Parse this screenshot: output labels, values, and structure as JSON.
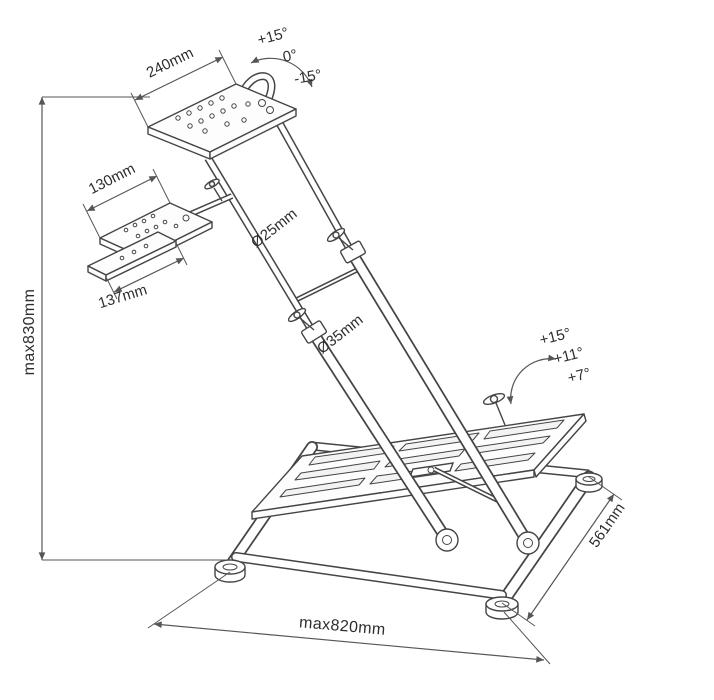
{
  "diagram": {
    "type": "technical-dimension-drawing",
    "subject": "racing wheel stand",
    "labels": {
      "plate_width": "240mm",
      "wheel_tilt_up": "+15°",
      "wheel_tilt_zero": "0°",
      "wheel_tilt_down": "-15°",
      "shifter_plate_width": "130mm",
      "shifter_plate_depth": "137mm",
      "max_height": "max830mm",
      "upper_tube_diameter": "Ø25mm",
      "lower_tube_diameter": "Ø35mm",
      "pedal_tilt_1": "+15°",
      "pedal_tilt_2": "+11°",
      "pedal_tilt_3": "+7°",
      "base_depth": "561mm",
      "max_length": "max820mm"
    },
    "colors": {
      "linework": "#454545",
      "dimension_lines": "#565656",
      "label_text": "#2e2e2e",
      "background": "#ffffff"
    }
  }
}
